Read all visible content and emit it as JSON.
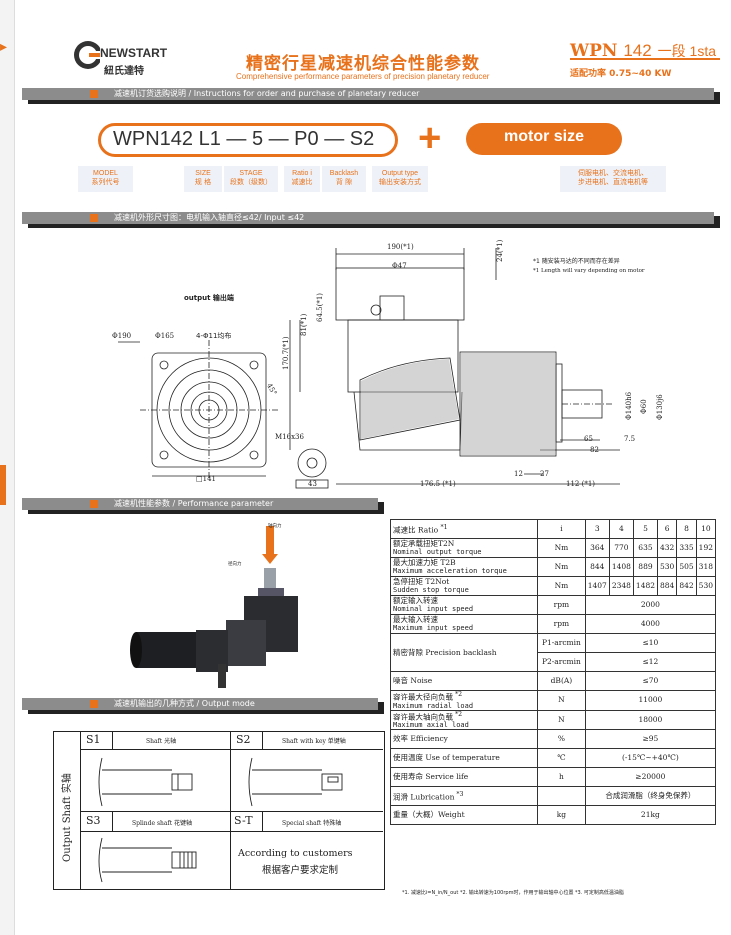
{
  "header": {
    "brand_en": "NEWSTART",
    "brand_cn": "紐氏達特",
    "title_cn": "精密行星减速机综合性能参数",
    "title_en": "Comprehensive performance parameters of precision planetary reducer",
    "model_prefix": "WPN",
    "model_num": "142",
    "stage_text": "一段 1sta",
    "power": "适配功率 0.75~40 KW"
  },
  "sections": {
    "order": "减速机订货选购说明 / Instructions for order and purchase of planetary reducer",
    "dims": "减速机外形尺寸图：电机输入轴直径≤42/ Input ≤42",
    "perf": "减速机性能参数 / Performance parameter",
    "output": "减速机输出的几种方式 / Output mode"
  },
  "order_code": {
    "code": "WPN142 L1 — 5 — P0 — S2",
    "plus": "+",
    "motor": "motor size",
    "labels": [
      {
        "en": "MODEL",
        "cn": "系列代号"
      },
      {
        "en": "SIZE",
        "cn": "规 格"
      },
      {
        "en": "STAGE",
        "cn": "段数（级数）"
      },
      {
        "en": "Ratio i",
        "cn": "减速比"
      },
      {
        "en": "Backlash",
        "cn": "背 隙"
      },
      {
        "en": "Output type",
        "cn": "输出安装方式"
      }
    ],
    "motor_note1": "伺服电机、交流电机、",
    "motor_note2": "步进电机、直流电机等"
  },
  "drawing": {
    "note1": "*1  随安装马达的不同而存在差异",
    "note2": "*1 Length will vary depending on motor",
    "output_label": "output 输出端",
    "dims": {
      "d190": "190(*1)",
      "d47": "Φ47",
      "d24": "24(*1)",
      "d81": "81(*1)",
      "d645": "64.5(*1)",
      "d1707": "170.7(*1)",
      "phi190": "Φ190",
      "phi165": "Φ165",
      "holes": "4-Φ11均布",
      "m16": "M16x36",
      "d45": "45°",
      "d141": "□141",
      "d43": "43",
      "phi140": "Φ140h6",
      "phi60": "Φ60",
      "phi1305": "Φ130j6",
      "d65": "65",
      "d75": "7.5",
      "d82": "82",
      "d12": "12",
      "d27": "27",
      "d1765": "176.5 (*1)",
      "d112": "112 (*1)"
    }
  },
  "perf_table": {
    "ratio_label": "减速比 Ratio",
    "ratio_mark": "*1",
    "ratio_unit": "i",
    "ratios": [
      "3",
      "4",
      "5",
      "6",
      "8",
      "10"
    ],
    "rows": [
      {
        "cn": "额定承载扭矩T2N",
        "en": "Nominal output torque",
        "unit": "Nm",
        "values": [
          "364",
          "770",
          "635",
          "432",
          "335",
          "192"
        ]
      },
      {
        "cn": "最大加速力矩 T2B",
        "en": "Maximum acceleration torque",
        "unit": "Nm",
        "values": [
          "844",
          "1408",
          "889",
          "530",
          "505",
          "318"
        ]
      },
      {
        "cn": "急停扭矩 T2Not",
        "en": "Sudden stop torque",
        "unit": "Nm",
        "values": [
          "1407",
          "2348",
          "1482",
          "884",
          "842",
          "530"
        ]
      },
      {
        "cn": "额定输入转速",
        "en": "Nominal input speed",
        "unit": "rpm",
        "span": "2000"
      },
      {
        "cn": "最大输入转速",
        "en": "Maximum input speed",
        "unit": "rpm",
        "span": "4000"
      }
    ],
    "backlash": {
      "label": "精密背隙 Precision backlash",
      "p1": "P1-arcmin",
      "p1v": "≤10",
      "p2": "P2-arcmin",
      "p2v": "≤12"
    },
    "rows2": [
      {
        "cn": "噪音 Noise",
        "en": "",
        "unit": "dB(A)",
        "span": "≤70"
      },
      {
        "cn": "容许最大径向负载",
        "mark": "*2",
        "en": "Maximum radial load",
        "unit": "N",
        "span": "11000"
      },
      {
        "cn": "容许最大轴向负载",
        "mark": "*2",
        "en": "Maximum axial load",
        "unit": "N",
        "span": "18000"
      },
      {
        "cn": "效率 Efficiency",
        "en": "",
        "unit": "%",
        "span": "≥95"
      },
      {
        "cn": "使用温度 Use of temperature",
        "en": "",
        "unit": "℃",
        "span": "(-15℃~+40℃)"
      },
      {
        "cn": "使用寿命 Service life",
        "en": "",
        "unit": "h",
        "span": "≥20000"
      },
      {
        "cn": "润滑 Lubrication",
        "mark": "*3",
        "en": "",
        "unit": "",
        "span": "合成润滑脂（终身免保养）"
      },
      {
        "cn": "重量（大概）Weight",
        "en": "",
        "unit": "kg",
        "span": "21kg"
      }
    ],
    "footnote": "*1. 减速比i=N_in/N_out  *2. 输出转速为100rpm时，作用于输出轴中心位置   *3. 可定制高低温油脂"
  },
  "photo": {
    "arrow1": "径向力",
    "arrow2": "轴向力"
  },
  "output_modes": {
    "side_cn": "Output Shaft 实轴",
    "s1": {
      "code": "S1",
      "desc": "Shaft 光轴"
    },
    "s2": {
      "code": "S2",
      "desc": "Shaft with key 单键轴"
    },
    "s3": {
      "code": "S3",
      "desc": "Splinde shaft 花键轴"
    },
    "st": {
      "code": "S-T",
      "desc": "Special shaft 特殊轴"
    },
    "custom_en": "According to customers",
    "custom_cn": "根据客户要求定制"
  },
  "colors": {
    "accent": "#e8721c",
    "title": "#e8721c",
    "bar": "#8c8c8c"
  }
}
